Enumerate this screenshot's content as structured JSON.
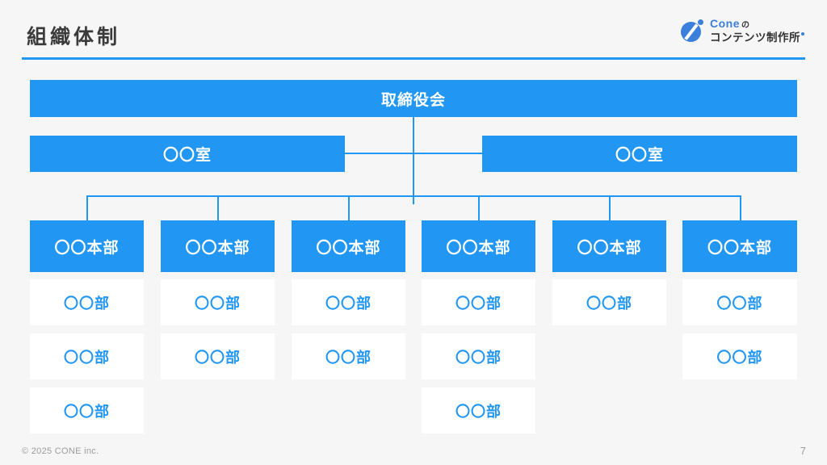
{
  "header": {
    "title": "組織体制",
    "logo": {
      "brand": "Cone",
      "particle": "の",
      "subtitle": "コンテンツ制作所"
    }
  },
  "chart": {
    "board": "取締役会",
    "office_left": "〇〇室",
    "office_right": "〇〇室",
    "columns": [
      {
        "division": "〇〇本部",
        "depts": [
          "〇〇部",
          "〇〇部",
          "〇〇部"
        ]
      },
      {
        "division": "〇〇本部",
        "depts": [
          "〇〇部",
          "〇〇部"
        ]
      },
      {
        "division": "〇〇本部",
        "depts": [
          "〇〇部",
          "〇〇部"
        ]
      },
      {
        "division": "〇〇本部",
        "depts": [
          "〇〇部",
          "〇〇部",
          "〇〇部"
        ]
      },
      {
        "division": "〇〇本部",
        "depts": [
          "〇〇部"
        ]
      },
      {
        "division": "〇〇本部",
        "depts": [
          "〇〇部",
          "〇〇部"
        ]
      }
    ]
  },
  "footer": {
    "copyright": "© 2025 CONE inc.",
    "page": "7"
  },
  "colors": {
    "accent": "#2196f3",
    "logo_blue": "#3b7fdd",
    "background": "#f6f6f6"
  }
}
